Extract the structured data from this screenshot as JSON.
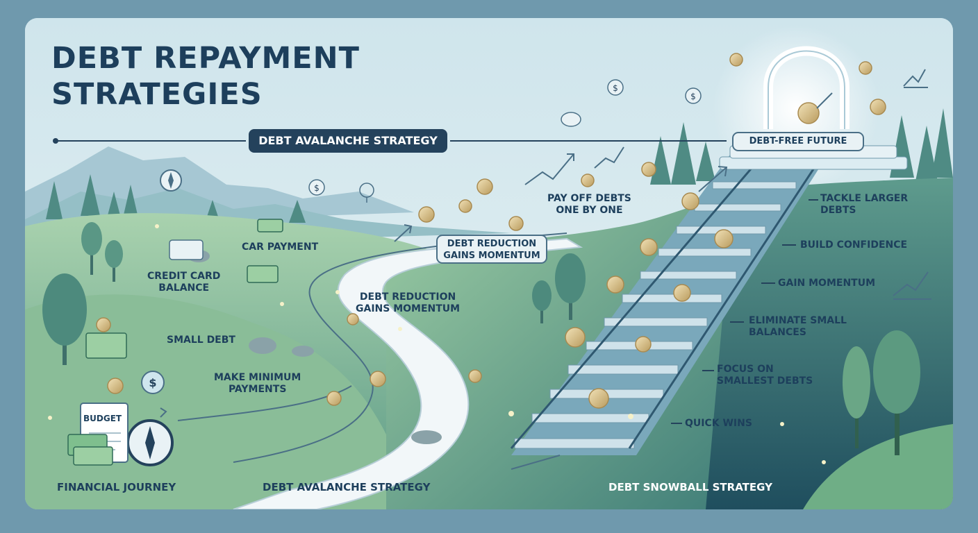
{
  "title": {
    "line1": "DEBT REPAYMENT",
    "line2": "STRATEGIES"
  },
  "top_banner": "DEBT AVALANCHE STRATEGY",
  "destination": "DEBT-FREE FUTURE",
  "path_labels": {
    "credit_card": [
      "CREDIT CARD",
      "BALANCE"
    ],
    "car_payment": "CAR PAYMENT",
    "small_debt": "SMALL DEBT",
    "minimum_payments": [
      "MAKE MINIMUM",
      "PAYMENTS"
    ],
    "momentum_badge": [
      "DEBT REDUCTION",
      "GAINS MOMENTUM"
    ],
    "momentum_plain": [
      "DEBT REDUCTION",
      "GAINS MOMENTUM"
    ],
    "pay_off": [
      "PAY OFF DEBTS",
      "ONE BY ONE"
    ]
  },
  "stair_steps": [
    {
      "text": [
        "TACKLE LARGER",
        "DEBTS"
      ]
    },
    {
      "text": [
        "BUILD CONFIDENCE"
      ]
    },
    {
      "text": [
        "GAIN MOMENTUM"
      ]
    },
    {
      "text": [
        "ELIMINATE SMALL",
        "BALANCES"
      ]
    },
    {
      "text": [
        "FOCUS ON",
        "SMALLEST DEBTS"
      ]
    },
    {
      "text": [
        "QUICK WINS"
      ]
    }
  ],
  "budget_sign": "BUDGET",
  "bottom_labels": {
    "left": "FINANCIAL JOURNEY",
    "middle": "DEBT AVALANCHE STRATEGY",
    "right": "DEBT SNOWBALL STRATEGY"
  },
  "icons": [
    "compass-icon",
    "coin-icon",
    "dollar-icon",
    "piggy-bank-icon",
    "growth-chart-icon",
    "banknote-icon",
    "lightbulb-icon",
    "arch-gate-icon"
  ],
  "colors": {
    "title": "#1d3f5c",
    "banner": "#24425c",
    "hill_light": "#8fc299",
    "hill_dark": "#2d6b6a",
    "path": "#f2f7f9",
    "coin": "#d8c08a"
  }
}
